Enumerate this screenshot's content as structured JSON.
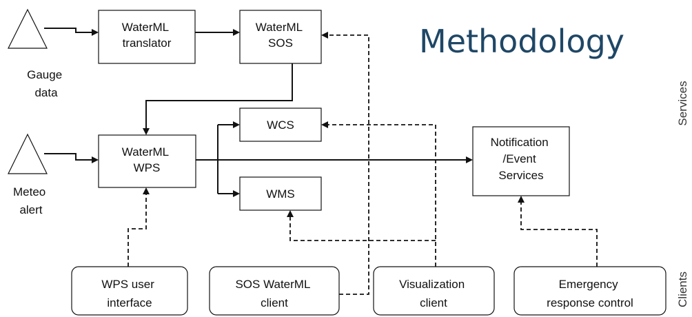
{
  "title": "Methodology",
  "side_labels": {
    "services": "Services",
    "clients": "Clients"
  },
  "sensors": {
    "gauge": [
      "Gauge",
      "data"
    ],
    "meteo": [
      "Meteo",
      "alert"
    ]
  },
  "services": {
    "translator": [
      "WaterML",
      "translator"
    ],
    "sos": [
      "WaterML",
      "SOS"
    ],
    "wps": [
      "WaterML",
      "WPS"
    ],
    "wcs": [
      "WCS"
    ],
    "wms": [
      "WMS"
    ],
    "notification": [
      "Notification",
      "/Event",
      "Services"
    ]
  },
  "clients": {
    "wps_ui": [
      "WPS user",
      "interface"
    ],
    "sos_client": [
      "SOS WaterML",
      "client"
    ],
    "viz_client": [
      "Visualization",
      "client"
    ],
    "emergency": [
      "Emergency",
      "response control"
    ]
  }
}
